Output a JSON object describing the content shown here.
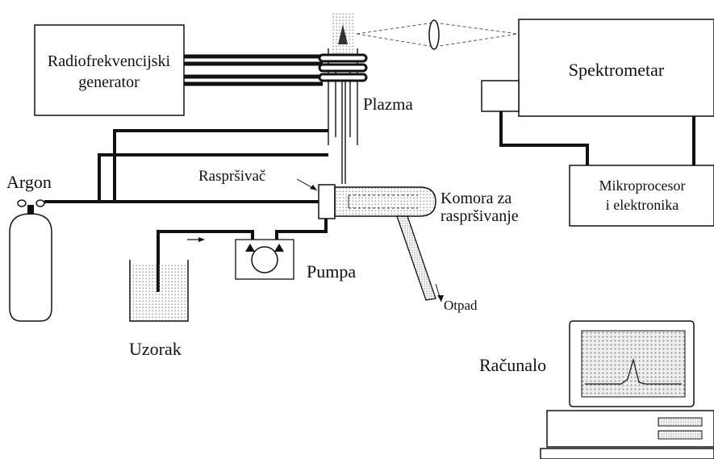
{
  "labels": {
    "generator_line1": "Radiofrekvencijski",
    "generator_line2": "generator",
    "spectrometer": "Spektrometar",
    "plasma": "Plazma",
    "argon": "Argon",
    "nebulizer": "Raspršivač",
    "chamber_line1": "Komora za",
    "chamber_line2": "raspršivanje",
    "microprocessor_line1": "Mikroprocesor",
    "microprocessor_line2": "i elektronika",
    "pump": "Pumpa",
    "waste": "Otpad",
    "sample": "Uzorak",
    "computer": "Računalo"
  }
}
